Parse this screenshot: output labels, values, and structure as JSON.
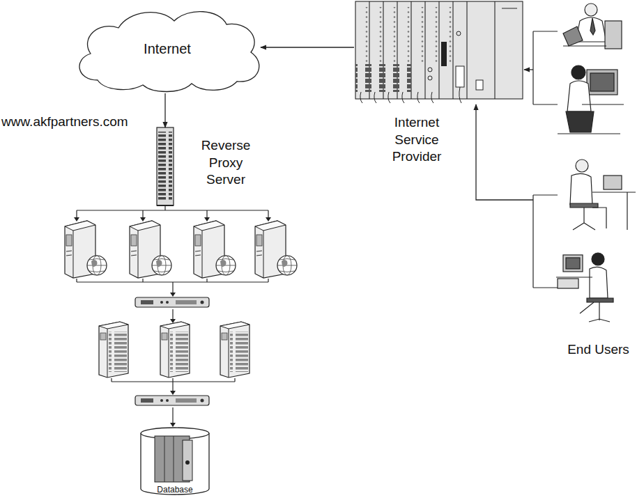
{
  "diagram": {
    "nodes": [
      {
        "text": [
          "Internet"
        ]
      },
      {
        "text": [
          "Internet Service Provider"
        ]
      },
      {
        "text": [
          "Reverse Proxy Server"
        ]
      },
      {
        "text": [
          "End Users"
        ]
      },
      {
        "text": [
          "Database"
        ]
      }
    ],
    "edges": [
      {
        "from": 1,
        "to": 0,
        "arrow": "to"
      },
      {
        "from": 0,
        "to": 2,
        "arrow": "to"
      },
      {
        "from": 3,
        "to": 1,
        "arrow": "to"
      },
      {
        "from": 3,
        "to": 1,
        "arrow": "to"
      }
    ],
    "labels": [
      "www.akfpartners.com"
    ]
  }
}
